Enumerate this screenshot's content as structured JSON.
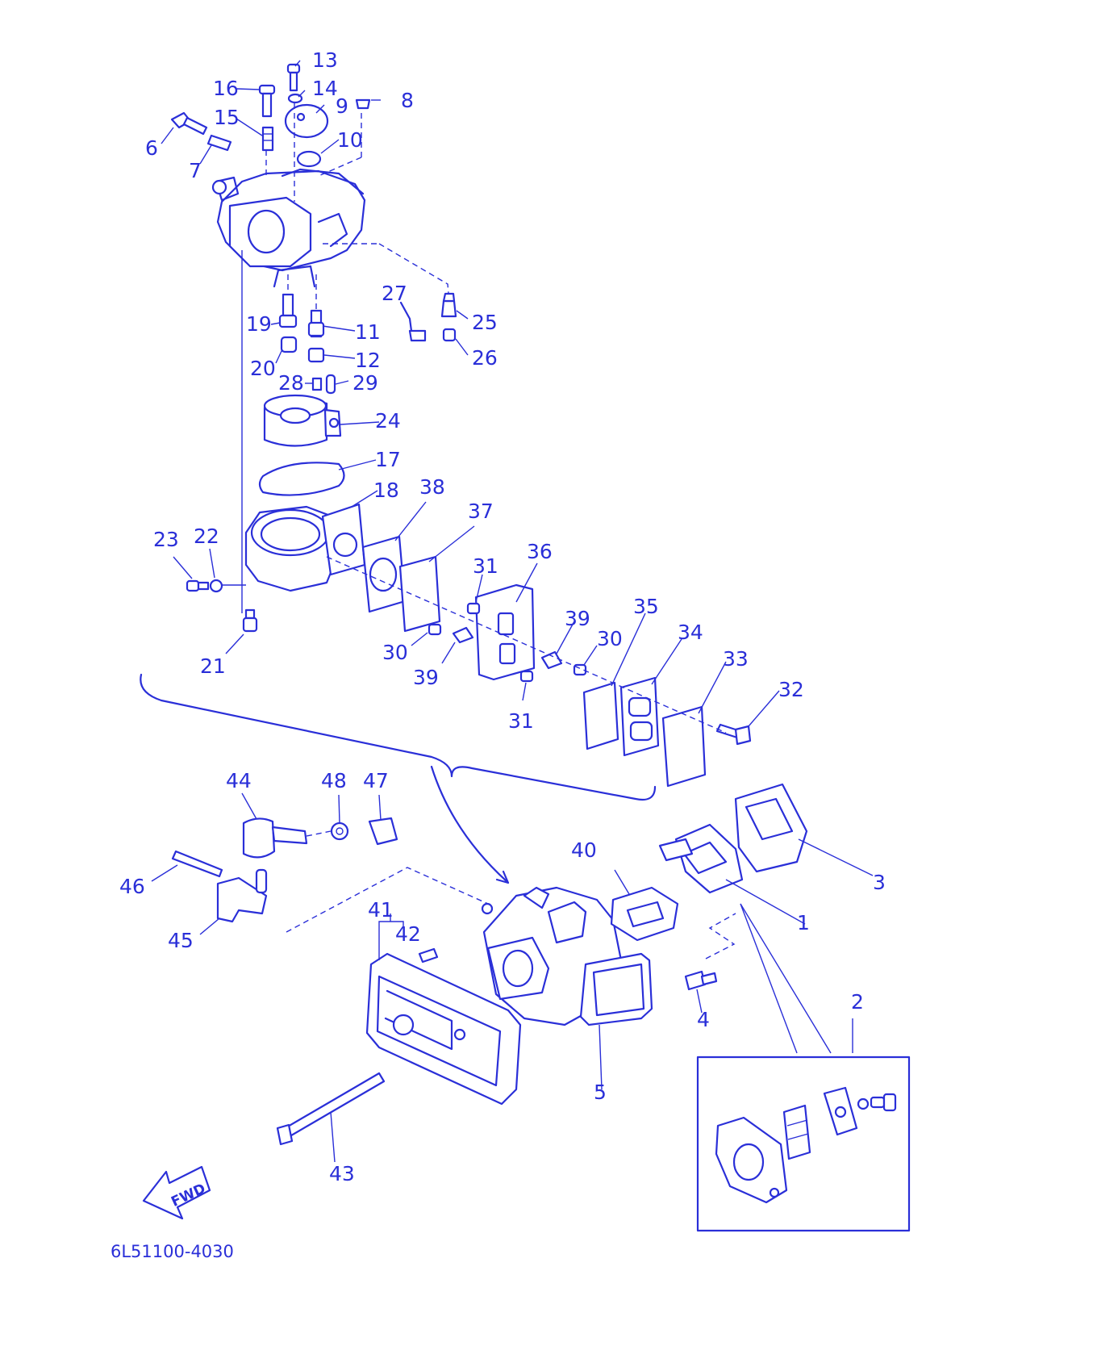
{
  "part_labels": [
    "1",
    "2",
    "3",
    "4",
    "5",
    "6",
    "7",
    "8",
    "9",
    "10",
    "11",
    "12",
    "13",
    "14",
    "15",
    "16",
    "17",
    "18",
    "19",
    "20",
    "21",
    "22",
    "23",
    "24",
    "25",
    "26",
    "27",
    "28",
    "29",
    "30",
    "30",
    "31",
    "31",
    "32",
    "33",
    "34",
    "35",
    "36",
    "37",
    "38",
    "39",
    "39",
    "40",
    "41",
    "42",
    "43",
    "44",
    "45",
    "46",
    "47",
    "48"
  ],
  "direction_label": "FWD",
  "diagram_code": "6L51100-4030",
  "ink_color": "#2a2fd8"
}
